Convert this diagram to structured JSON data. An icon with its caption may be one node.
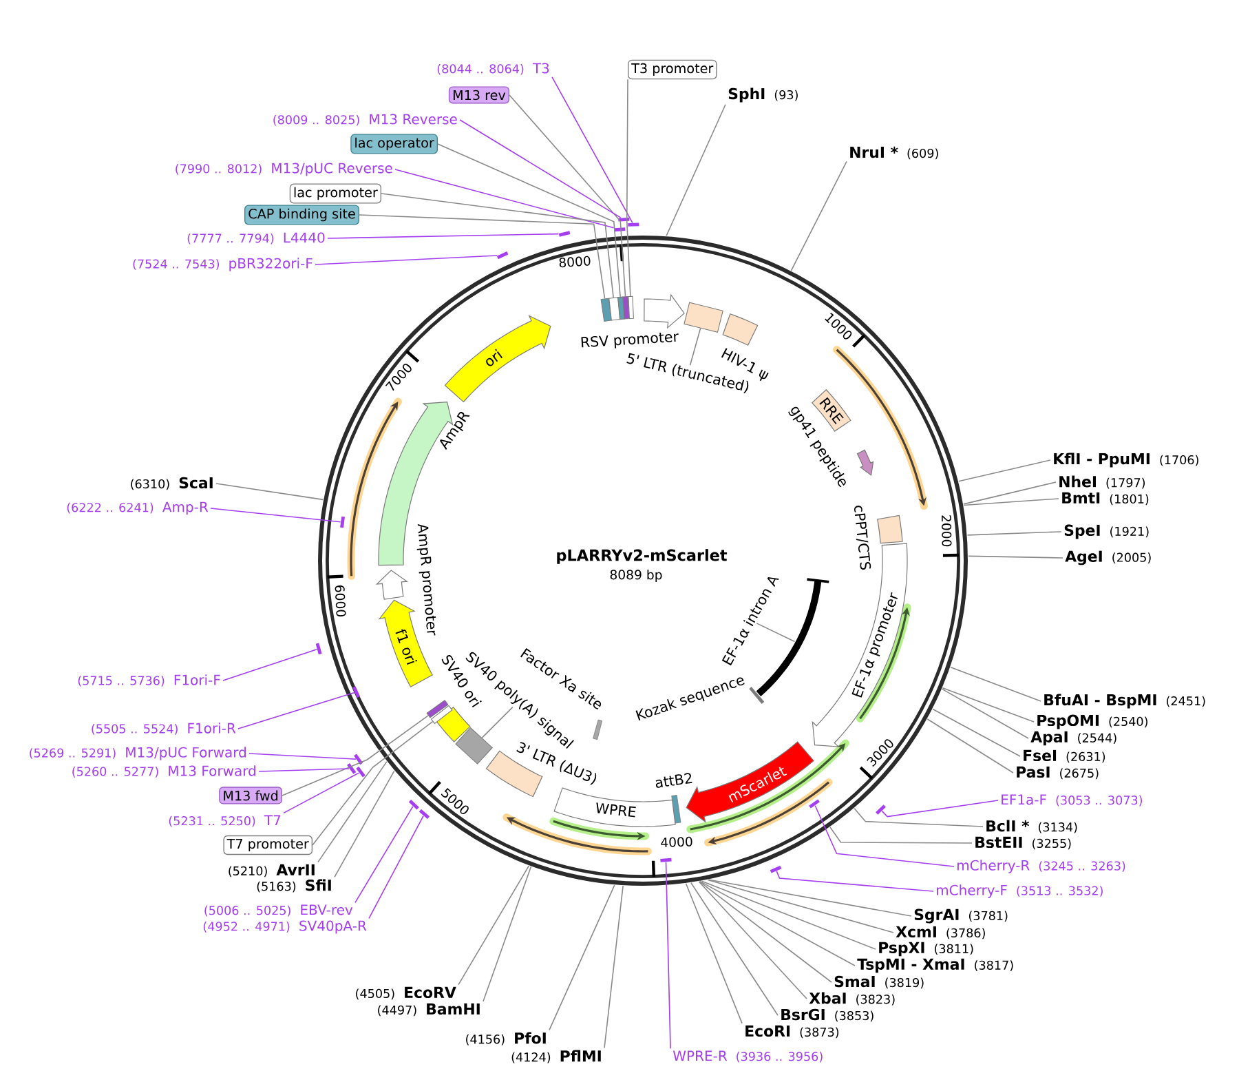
{
  "diagram": {
    "title": "pLARRYv2-mScarlet",
    "nodes": [
      {
        "text": [
          "(8044 .. 8064)",
          "T3"
        ]
      },
      {
        "text": [
          "M13 rev"
        ]
      },
      {
        "text": [
          "(8009 .. 8025)",
          "M13 Reverse"
        ]
      },
      {
        "text": [
          "lac operator"
        ]
      },
      {
        "text": [
          "(7990 .. 8012)",
          "M13/pUC Reverse"
        ]
      },
      {
        "text": [
          "lac promoter"
        ]
      },
      {
        "text": [
          "CAP binding site"
        ]
      },
      {
        "text": [
          "(7777 .. 7794)",
          "L4440"
        ]
      },
      {
        "text": [
          "(7524 .. 7543)",
          "pBR322ori-F"
        ]
      },
      {
        "text": [
          "T3 promoter"
        ]
      },
      {
        "text": [
          "SphI",
          "(93)"
        ]
      },
      {
        "text": [
          "NruI *",
          "(609)"
        ]
      },
      {
        "text": [
          "KflI - PpuMI",
          "(1706)"
        ]
      },
      {
        "text": [
          "NheI",
          "(1797)"
        ]
      },
      {
        "text": [
          "BmtI",
          "(1801)"
        ]
      },
      {
        "text": [
          "SpeI",
          "(1921)"
        ]
      },
      {
        "text": [
          "AgeI",
          "(2005)"
        ]
      },
      {
        "text": [
          "BfuAI - BspMI",
          "(2451)"
        ]
      },
      {
        "text": [
          "PspOMI",
          "(2540)"
        ]
      },
      {
        "text": [
          "ApaI",
          "(2544)"
        ]
      },
      {
        "text": [
          "FseI",
          "(2631)"
        ]
      },
      {
        "text": [
          "PasI",
          "(2675)"
        ]
      },
      {
        "text": [
          "EF1a-F",
          "(3053 .. 3073)"
        ]
      },
      {
        "text": [
          "BclI *",
          "(3134)"
        ]
      },
      {
        "text": [
          "BstEII",
          "(3255)"
        ]
      },
      {
        "text": [
          "mCherry-R",
          "(3245 .. 3263)"
        ]
      },
      {
        "text": [
          "mCherry-F",
          "(3513 .. 3532)"
        ]
      },
      {
        "text": [
          "SgrAI",
          "(3781)"
        ]
      },
      {
        "text": [
          "XcmI",
          "(3786)"
        ]
      },
      {
        "text": [
          "PspXI",
          "(3811)"
        ]
      },
      {
        "text": [
          "TspMI - XmaI",
          "(3817)"
        ]
      },
      {
        "text": [
          "SmaI",
          "(3819)"
        ]
      },
      {
        "text": [
          "XbaI",
          "(3823)"
        ]
      },
      {
        "text": [
          "BsrGI",
          "(3853)"
        ]
      },
      {
        "text": [
          "EcoRI",
          "(3873)"
        ]
      },
      {
        "text": [
          "WPRE-R",
          "(3936 .. 3956)"
        ]
      },
      {
        "text": [
          "(4124)",
          "PflMI"
        ]
      },
      {
        "text": [
          "(4156)",
          "PfoI"
        ]
      },
      {
        "text": [
          "(4497)",
          "BamHI"
        ]
      },
      {
        "text": [
          "(4505)",
          "EcoRV"
        ]
      },
      {
        "text": [
          "(4952 .. 4971)",
          "SV40pA-R"
        ]
      },
      {
        "text": [
          "(5006 .. 5025)",
          "EBV-rev"
        ]
      },
      {
        "text": [
          "(5163)",
          "SfiI"
        ]
      },
      {
        "text": [
          "(5210)",
          "AvrII"
        ]
      },
      {
        "text": [
          "T7 promoter"
        ]
      },
      {
        "text": [
          "(5231 .. 5250)",
          "T7"
        ]
      },
      {
        "text": [
          "M13 fwd"
        ]
      },
      {
        "text": [
          "(5260 .. 5277)",
          "M13 Forward"
        ]
      },
      {
        "text": [
          "(5269 .. 5291)",
          "M13/pUC Forward"
        ]
      },
      {
        "text": [
          "(5505 .. 5524)",
          "F1ori-R"
        ]
      },
      {
        "text": [
          "(5715 .. 5736)",
          "F1ori-F"
        ]
      },
      {
        "text": [
          "(6222 .. 6241)",
          "Amp-R"
        ]
      },
      {
        "text": [
          "(6310)",
          "ScaI"
        ]
      },
      {
        "text": [
          "RSV promoter"
        ]
      },
      {
        "text": [
          "5' LTR (truncated)"
        ]
      },
      {
        "text": [
          "HIV-1 ψ"
        ]
      },
      {
        "text": [
          "RRE"
        ]
      },
      {
        "text": [
          "gp41 peptide"
        ]
      },
      {
        "text": [
          "cPPT/CTS"
        ]
      },
      {
        "text": [
          "EF-1α promoter"
        ]
      },
      {
        "text": [
          "EF-1α intron A"
        ]
      },
      {
        "text": [
          "Kozak sequence"
        ]
      },
      {
        "text": [
          "mScarlet"
        ]
      },
      {
        "text": [
          "attB2"
        ]
      },
      {
        "text": [
          "WPRE"
        ]
      },
      {
        "text": [
          "Factor Xa site"
        ]
      },
      {
        "text": [
          "3' LTR (ΔU3)"
        ]
      },
      {
        "text": [
          "SV40 poly(A) signal"
        ]
      },
      {
        "text": [
          "SV40 ori"
        ]
      },
      {
        "text": [
          "f1 ori"
        ]
      },
      {
        "text": [
          "AmpR promoter"
        ]
      },
      {
        "text": [
          "AmpR"
        ]
      },
      {
        "text": [
          "ori"
        ]
      },
      {
        "text": [],
        "shape": "bar"
      },
      {
        "text": [],
        "shape": "bar"
      },
      {
        "text": [],
        "shape": "bar"
      },
      {
        "text": [],
        "shape": "bar"
      },
      {
        "text": [],
        "shape": "bar"
      },
      {
        "text": [],
        "shape": "bar"
      },
      {
        "text": [],
        "shape": "bar"
      },
      {
        "text": [],
        "shape": "bar"
      },
      {
        "text": [],
        "shape": "bar"
      },
      {
        "text": [],
        "shape": "bar"
      },
      {
        "text": [],
        "shape": "bar"
      },
      {
        "text": [],
        "shape": "bar"
      },
      {
        "text": [],
        "shape": "bar"
      },
      {
        "text": [],
        "shape": "bar"
      },
      {
        "text": [],
        "shape": "bar"
      },
      {
        "text": [],
        "shape": "bar"
      },
      {
        "text": [],
        "shape": "bar"
      },
      {
        "text": [],
        "shape": "box"
      },
      {
        "text": [],
        "shape": "box"
      },
      {
        "text": [],
        "shape": "box"
      },
      {
        "text": [],
        "shape": "box"
      },
      {
        "text": [],
        "shape": "box"
      },
      {
        "text": [],
        "shape": "box"
      },
      {
        "text": [],
        "shape": "box"
      },
      {
        "text": [],
        "shape": "box"
      },
      {
        "text": [],
        "shape": "arc"
      },
      {
        "text": [],
        "shape": "box"
      }
    ],
    "edges": [
      {
        "from": 0,
        "to": 73,
        "arrow": "none",
        "color": "#a43ef0"
      },
      {
        "from": 1,
        "to": 93,
        "arrow": "none"
      },
      {
        "from": 2,
        "to": 74,
        "arrow": "none",
        "color": "#a43ef0"
      },
      {
        "from": 3,
        "to": 92,
        "arrow": "none"
      },
      {
        "from": 4,
        "to": 75,
        "arrow": "none",
        "color": "#a43ef0"
      },
      {
        "from": 5,
        "to": 91,
        "arrow": "none"
      },
      {
        "from": 6,
        "to": 90,
        "arrow": "none"
      },
      {
        "from": 7,
        "to": 76,
        "arrow": "none",
        "color": "#a43ef0"
      },
      {
        "from": 8,
        "to": 77,
        "arrow": "none",
        "color": "#a43ef0"
      },
      {
        "from": 9,
        "to": 94,
        "arrow": "none"
      },
      {
        "from": 10,
        "to": null,
        "arrow": "none"
      },
      {
        "from": 11,
        "to": null,
        "arrow": "none"
      },
      {
        "from": 12,
        "to": null,
        "arrow": "none"
      },
      {
        "from": 13,
        "to": null,
        "arrow": "none"
      },
      {
        "from": 14,
        "to": null,
        "arrow": "none"
      },
      {
        "from": 15,
        "to": null,
        "arrow": "none"
      },
      {
        "from": 16,
        "to": null,
        "arrow": "none"
      },
      {
        "from": 17,
        "to": null,
        "arrow": "none"
      },
      {
        "from": 18,
        "to": null,
        "arrow": "none"
      },
      {
        "from": 19,
        "to": null,
        "arrow": "none"
      },
      {
        "from": 20,
        "to": null,
        "arrow": "none"
      },
      {
        "from": 21,
        "to": null,
        "arrow": "none"
      },
      {
        "from": 22,
        "to": 78,
        "arrow": "none",
        "color": "#a43ef0"
      },
      {
        "from": 23,
        "to": null,
        "arrow": "none"
      },
      {
        "from": 24,
        "to": null,
        "arrow": "none"
      },
      {
        "from": 25,
        "to": 79,
        "arrow": "none",
        "color": "#a43ef0"
      },
      {
        "from": 26,
        "to": 80,
        "arrow": "none",
        "color": "#a43ef0"
      },
      {
        "from": 27,
        "to": null,
        "arrow": "none"
      },
      {
        "from": 28,
        "to": null,
        "arrow": "none"
      },
      {
        "from": 29,
        "to": null,
        "arrow": "none"
      },
      {
        "from": 30,
        "to": null,
        "arrow": "none"
      },
      {
        "from": 31,
        "to": null,
        "arrow": "none"
      },
      {
        "from": 32,
        "to": null,
        "arrow": "none"
      },
      {
        "from": 33,
        "to": null,
        "arrow": "none"
      },
      {
        "from": 34,
        "to": null,
        "arrow": "none"
      },
      {
        "from": 35,
        "to": 81,
        "arrow": "none",
        "color": "#a43ef0"
      },
      {
        "from": 36,
        "to": null,
        "arrow": "none"
      },
      {
        "from": 37,
        "to": null,
        "arrow": "none"
      },
      {
        "from": 38,
        "to": null,
        "arrow": "none"
      },
      {
        "from": 39,
        "to": null,
        "arrow": "none"
      },
      {
        "from": 40,
        "to": 82,
        "arrow": "none",
        "color": "#a43ef0"
      },
      {
        "from": 41,
        "to": 83,
        "arrow": "none",
        "color": "#a43ef0"
      },
      {
        "from": 42,
        "to": null,
        "arrow": "none"
      },
      {
        "from": 43,
        "to": null,
        "arrow": "none"
      },
      {
        "from": 44,
        "to": 95,
        "arrow": "none"
      },
      {
        "from": 45,
        "to": 84,
        "arrow": "none",
        "color": "#a43ef0"
      },
      {
        "from": 46,
        "to": 96,
        "arrow": "none"
      },
      {
        "from": 47,
        "to": 85,
        "arrow": "none",
        "color": "#a43ef0"
      },
      {
        "from": 48,
        "to": 86,
        "arrow": "none",
        "color": "#a43ef0"
      },
      {
        "from": 49,
        "to": 87,
        "arrow": "none",
        "color": "#a43ef0"
      },
      {
        "from": 50,
        "to": 88,
        "arrow": "none",
        "color": "#a43ef0"
      },
      {
        "from": 51,
        "to": 89,
        "arrow": "none",
        "color": "#a43ef0"
      },
      {
        "from": 52,
        "to": null,
        "arrow": "none"
      },
      {
        "from": 54,
        "to": 97,
        "arrow": "none"
      },
      {
        "from": 60,
        "to": 98,
        "arrow": "none"
      },
      {
        "from": 67,
        "to": 99,
        "arrow": "none"
      }
    ],
    "labels": [
      "8089 bp",
      "1000",
      "2000",
      "3000",
      "4000",
      "5000",
      "6000",
      "7000",
      "8000"
    ]
  }
}
